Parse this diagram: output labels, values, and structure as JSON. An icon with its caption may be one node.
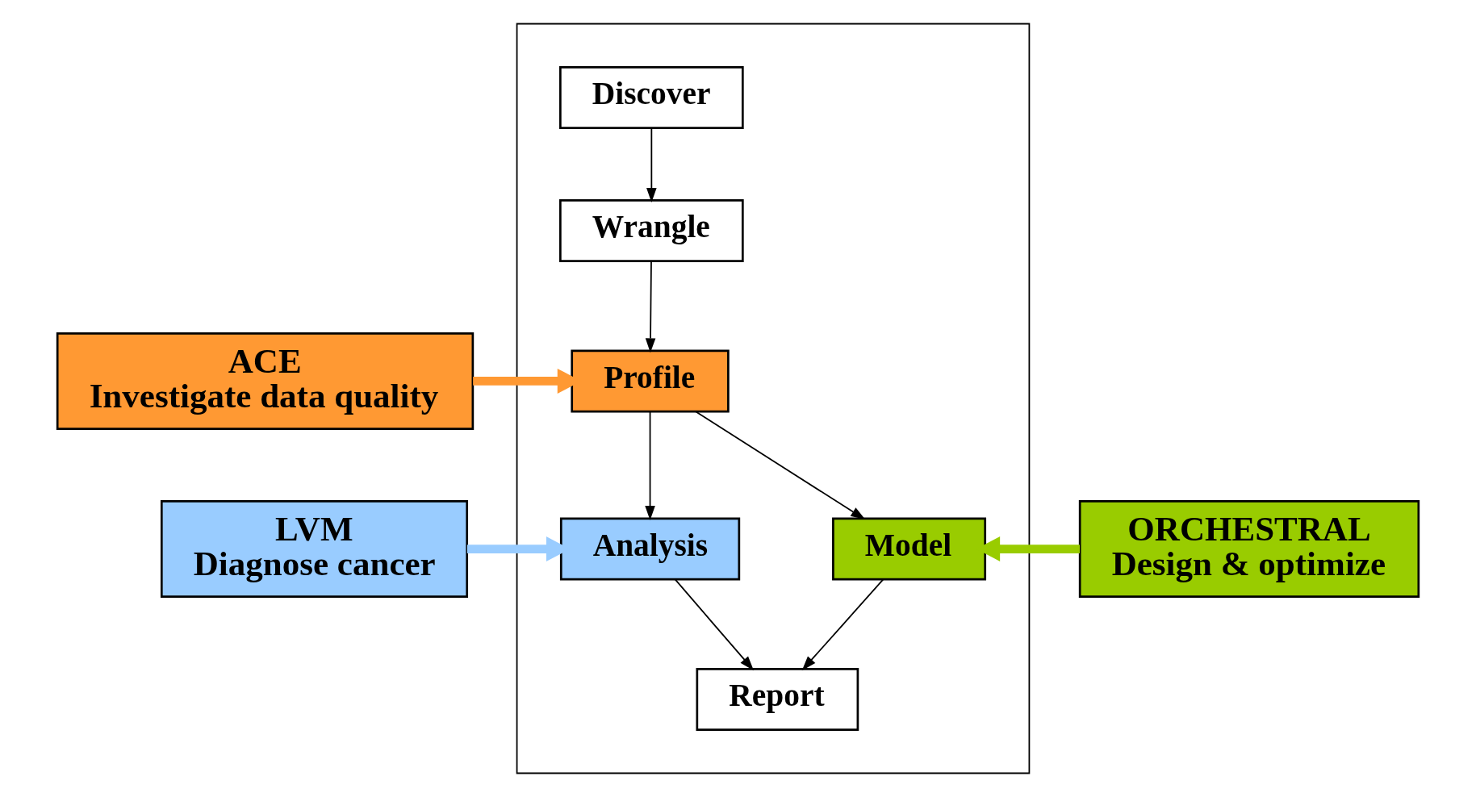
{
  "diagram": {
    "nodes": [
      {
        "text": [],
        "shape": "box"
      },
      {
        "text": [
          "Discover"
        ],
        "in": 0
      },
      {
        "text": [
          "Wrangle"
        ],
        "in": 0
      },
      {
        "text": [
          "Profile"
        ],
        "in": 0
      },
      {
        "text": [
          "Analysis"
        ],
        "in": 0
      },
      {
        "text": [
          "Model"
        ],
        "in": 0
      },
      {
        "text": [
          "Report"
        ],
        "in": 0
      },
      {
        "text": [
          "ACE",
          "Investigate data quality"
        ]
      },
      {
        "text": [
          "LVM",
          "Diagnose cancer"
        ]
      },
      {
        "text": [
          "ORCHESTRAL",
          "Design & optimize"
        ]
      }
    ],
    "edges": [
      {
        "from": 1,
        "to": 2,
        "arrow": "to"
      },
      {
        "from": 2,
        "to": 3,
        "arrow": "to"
      },
      {
        "from": 3,
        "to": 4,
        "arrow": "to"
      },
      {
        "from": 3,
        "to": 5,
        "arrow": "to"
      },
      {
        "from": 4,
        "to": 6,
        "arrow": "to"
      },
      {
        "from": 5,
        "to": 6,
        "arrow": "to"
      },
      {
        "from": 7,
        "to": 3,
        "arrow": "to",
        "style": "thick",
        "color": "#ff9933"
      },
      {
        "from": 8,
        "to": 4,
        "arrow": "to",
        "style": "thick",
        "color": "#99ccff"
      },
      {
        "from": 9,
        "to": 5,
        "arrow": "to",
        "style": "thick",
        "color": "#99cc00"
      }
    ]
  }
}
